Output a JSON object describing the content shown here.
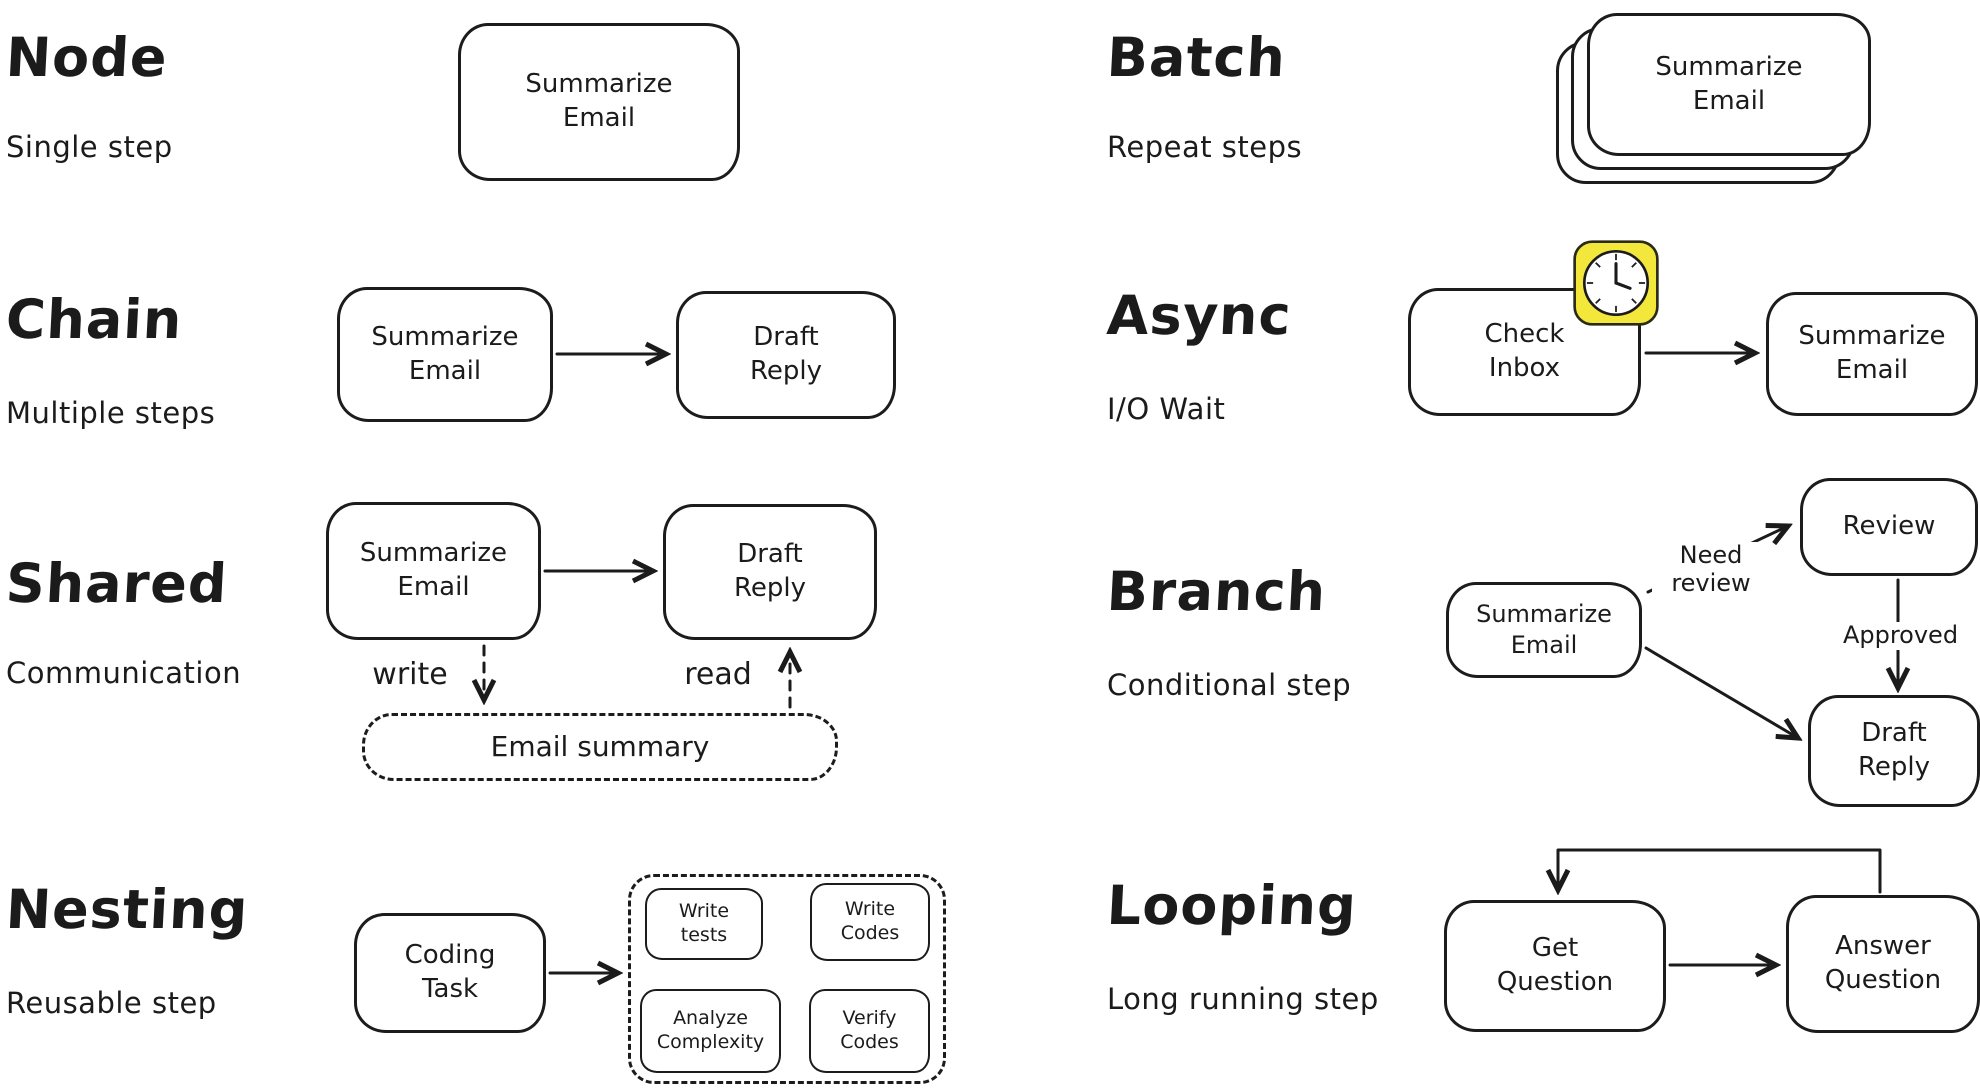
{
  "colors": {
    "ink": "#1b1b1b",
    "clock_bg": "#f4e73c"
  },
  "sections": {
    "node": {
      "title": "Node",
      "subtitle": "Single step",
      "box": "Summarize\nEmail"
    },
    "chain": {
      "title": "Chain",
      "subtitle": "Multiple steps",
      "box1": "Summarize\nEmail",
      "box2": "Draft\nReply"
    },
    "shared": {
      "title": "Shared",
      "subtitle": "Communication",
      "box1": "Summarize\nEmail",
      "box2": "Draft\nReply",
      "write_label": "write",
      "read_label": "read",
      "store": "Email summary"
    },
    "nesting": {
      "title": "Nesting",
      "subtitle": "Reusable step",
      "box": "Coding\nTask",
      "inner1": "Write\ntests",
      "inner2": "Write\nCodes",
      "inner3": "Verify\nCodes",
      "inner4": "Analyze\nComplexity"
    },
    "batch": {
      "title": "Batch",
      "subtitle": "Repeat steps",
      "box": "Summarize\nEmail"
    },
    "async": {
      "title": "Async",
      "subtitle": "I/O Wait",
      "box1": "Check\nInbox",
      "box2": "Summarize\nEmail",
      "icon": "clock-icon"
    },
    "branch": {
      "title": "Branch",
      "subtitle": "Conditional step",
      "box1": "Summarize\nEmail",
      "box_review": "Review",
      "box_draft": "Draft\nReply",
      "label_need_review": "Need\nreview",
      "label_approved": "Approved"
    },
    "looping": {
      "title": "Looping",
      "subtitle": "Long running step",
      "box1": "Get\nQuestion",
      "box2": "Answer\nQuestion"
    }
  }
}
